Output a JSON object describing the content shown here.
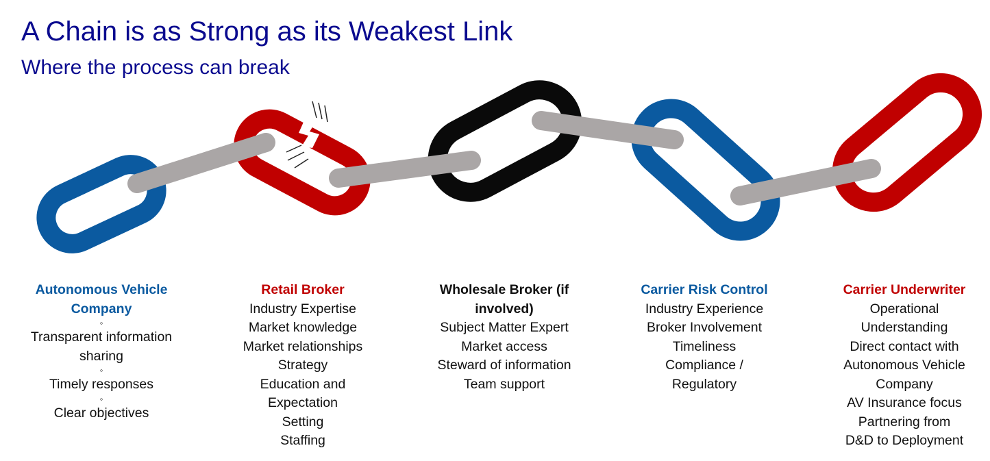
{
  "title": "A Chain is as Strong as its Weakest Link",
  "subtitle": "Where the process can break",
  "colors": {
    "title": "#0b0b8f",
    "blue": "#0b5aa0",
    "red": "#c00000",
    "black": "#0a0a0a",
    "connector": "#aaa6a6"
  },
  "columns": [
    {
      "heading": "Autonomous Vehicle Company",
      "color": "blue",
      "items": [
        "Transparent information sharing",
        "Timely responses",
        "Clear objectives"
      ]
    },
    {
      "heading": "Retail Broker",
      "color": "red",
      "items": [
        "Industry Expertise",
        "Market knowledge",
        "Market relationships",
        "Strategy",
        "Education and Expectation Setting",
        "Staffing"
      ]
    },
    {
      "heading": "Wholesale Broker (if involved)",
      "color": "black",
      "items": [
        "Subject Matter Expert",
        "Market access",
        "Steward of information",
        "Team support"
      ]
    },
    {
      "heading": "Carrier Risk Control",
      "color": "blue",
      "items": [
        "Industry Experience",
        "Broker Involvement",
        "Timeliness",
        "Compliance / Regulatory"
      ]
    },
    {
      "heading": "Carrier Underwriter",
      "color": "red",
      "items": [
        "Operational Understanding",
        "Direct contact with Autonomous Vehicle Company",
        "AV Insurance focus",
        "Partnering from D&D to Deployment"
      ]
    }
  ]
}
